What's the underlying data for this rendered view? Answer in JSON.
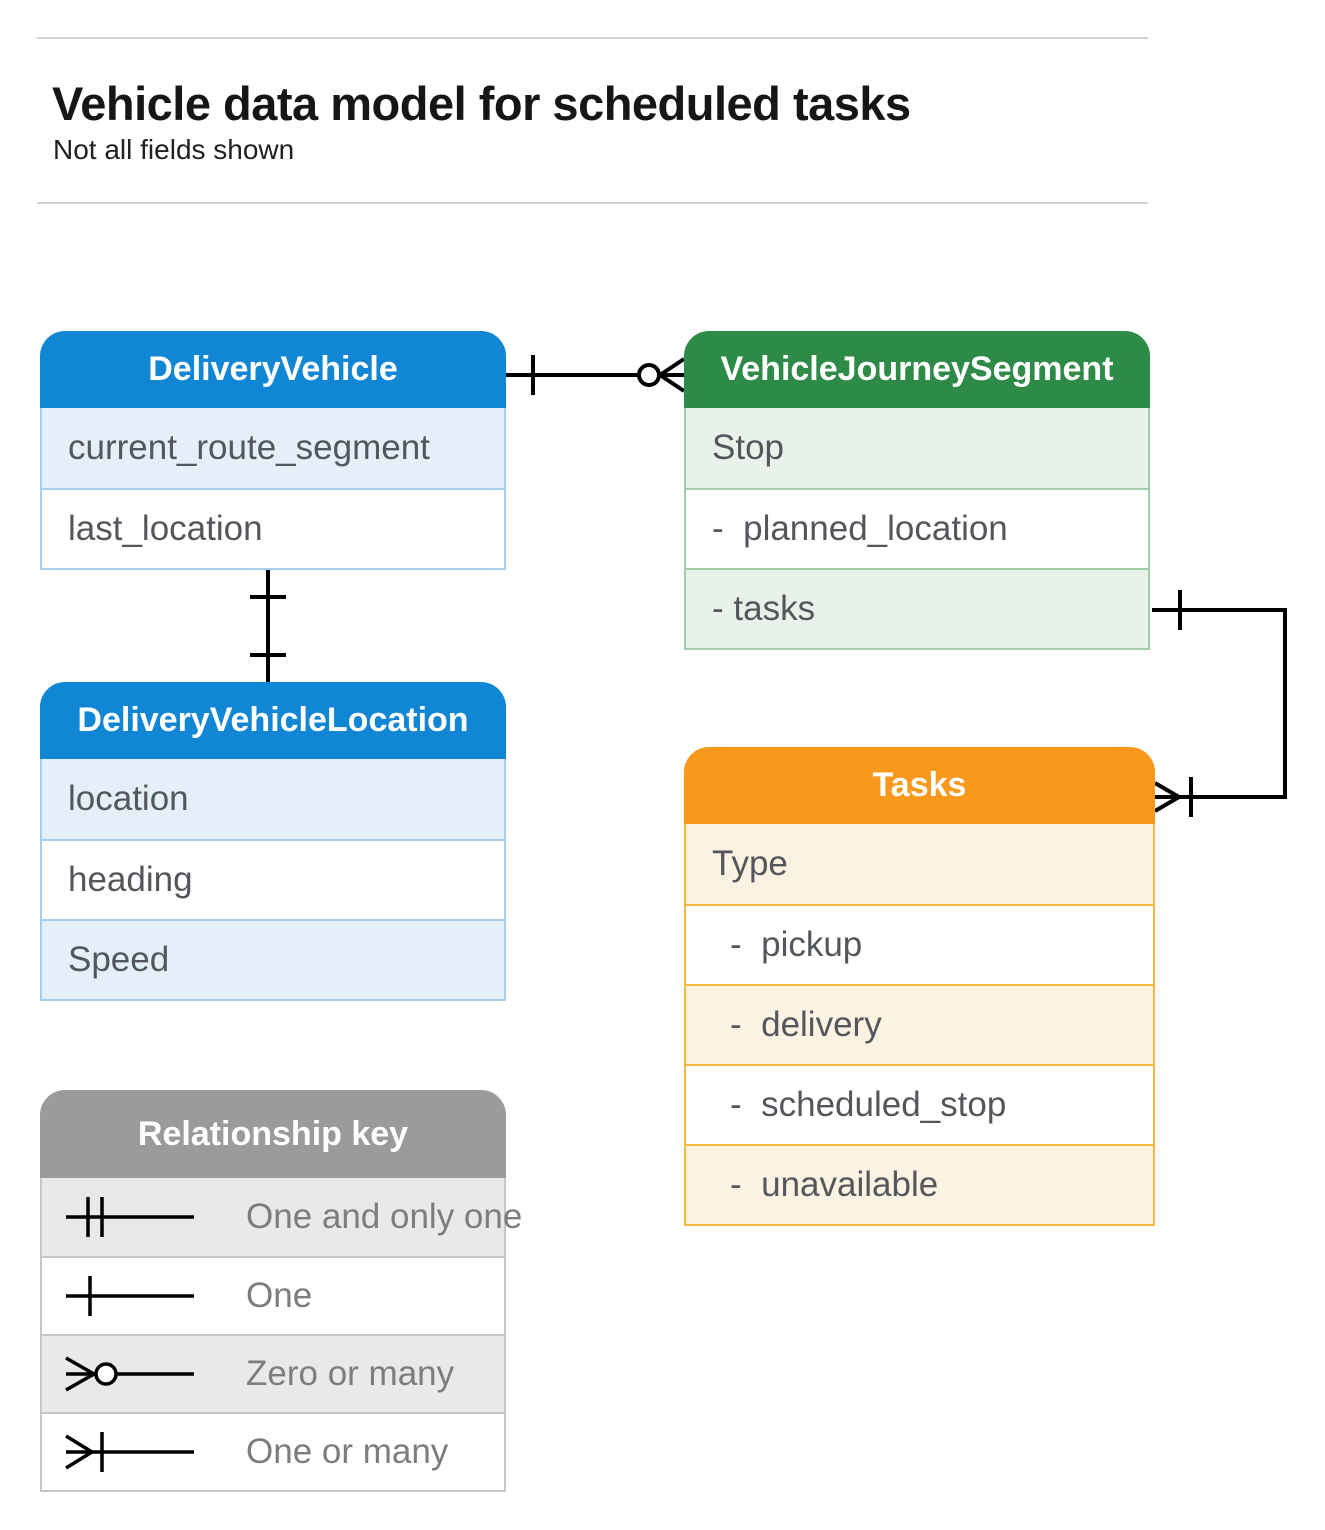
{
  "page": {
    "title": "Vehicle data model for scheduled tasks",
    "subtitle": "Not all fields shown"
  },
  "entities": {
    "deliveryVehicle": {
      "title": "DeliveryVehicle",
      "fields": [
        "current_route_segment",
        "last_location"
      ]
    },
    "vehicleJourneySegment": {
      "title": "VehicleJourneySegment",
      "fields": [
        "Stop",
        "-  planned_location",
        "- tasks"
      ]
    },
    "deliveryVehicleLocation": {
      "title": "DeliveryVehicleLocation",
      "fields": [
        "location",
        "heading",
        "Speed"
      ]
    },
    "tasks": {
      "title": "Tasks",
      "fields": [
        "Type",
        "-  pickup",
        "-  delivery",
        "-  scheduled_stop",
        "-  unavailable"
      ]
    }
  },
  "relationships": [
    {
      "from": "DeliveryVehicle",
      "to": "VehicleJourneySegment",
      "from_cardinality": "one",
      "to_cardinality": "zero-or-many"
    },
    {
      "from": "DeliveryVehicle",
      "to": "DeliveryVehicleLocation",
      "from_cardinality": "one",
      "to_cardinality": "one"
    },
    {
      "from": "VehicleJourneySegment.tasks",
      "to": "Tasks",
      "from_cardinality": "one",
      "to_cardinality": "one-or-many"
    }
  ],
  "legend": {
    "title": "Relationship key",
    "items": [
      {
        "symbol": "one-and-only-one",
        "label": "One and only one"
      },
      {
        "symbol": "one",
        "label": "One"
      },
      {
        "symbol": "zero-or-many",
        "label": "Zero or many"
      },
      {
        "symbol": "one-or-many",
        "label": "One or many"
      }
    ]
  },
  "colors": {
    "blue_header": "#1186d5",
    "blue_tint": "#e4eff9",
    "blue_border": "#a6ceef",
    "green_header": "#2e8b47",
    "green_tint": "#e8f2ea",
    "green_border": "#a3cdaa",
    "orange_header": "#f8991d",
    "orange_tint": "#fcf2e2",
    "orange_border": "#f5b940",
    "gray_header": "#9b9b9b",
    "gray_tint": "#e9e9e9",
    "gray_border": "#c6c6c6",
    "connector": "#000000",
    "field_text": "#53575c",
    "legend_text": "#7b7e81"
  }
}
